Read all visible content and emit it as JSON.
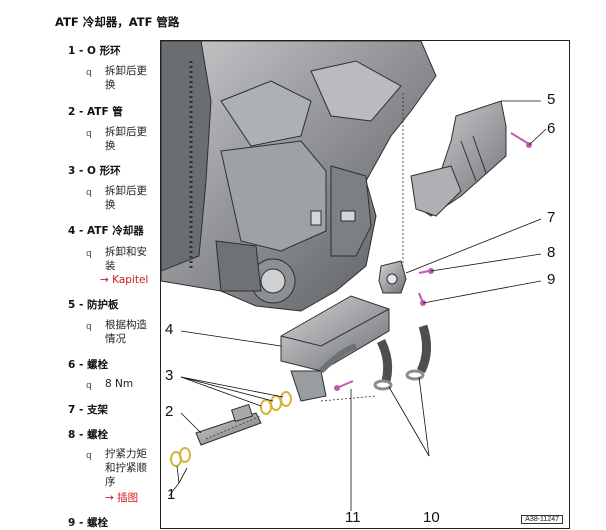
{
  "title": "ATF 冷却器，ATF 管路",
  "items": [
    {
      "num": "1 -",
      "name": "O 形环",
      "bullet": "q",
      "desc": "拆卸后更换",
      "link": ""
    },
    {
      "num": "2 -",
      "name": "ATF 管",
      "bullet": "q",
      "desc": "拆卸后更换",
      "link": ""
    },
    {
      "num": "3 -",
      "name": "O 形环",
      "bullet": "q",
      "desc": "拆卸后更换",
      "link": ""
    },
    {
      "num": "4 -",
      "name": "ATF 冷却器",
      "bullet": "q",
      "desc": "拆卸和安装",
      "link": "→ Kapitel"
    },
    {
      "num": "5 -",
      "name": "防护板",
      "bullet": "q",
      "desc": "根据构造情况",
      "link": ""
    },
    {
      "num": "6 -",
      "name": "螺栓",
      "bullet": "q",
      "desc": "8 Nm",
      "link": ""
    },
    {
      "num": "7 -",
      "name": "支架",
      "bullet": "",
      "desc": "",
      "link": ""
    },
    {
      "num": "8 -",
      "name": "螺栓",
      "bullet": "q",
      "desc": "拧紧力矩和拧紧顺序",
      "link": "→ 插图"
    },
    {
      "num": "9 -",
      "name": "螺栓",
      "bullet": "",
      "desc": "",
      "link": ""
    }
  ],
  "callouts": [
    "1",
    "2",
    "3",
    "4",
    "5",
    "6",
    "7",
    "8",
    "9",
    "10",
    "11"
  ],
  "figure_id": "A38-11247",
  "colors": {
    "link": "#d21a1a",
    "metal_dark": "#5e6063",
    "metal_mid": "#8a8c8f",
    "metal_light": "#bcbec0",
    "oring": "#d9b23a",
    "bolt": "#c25bb0"
  }
}
